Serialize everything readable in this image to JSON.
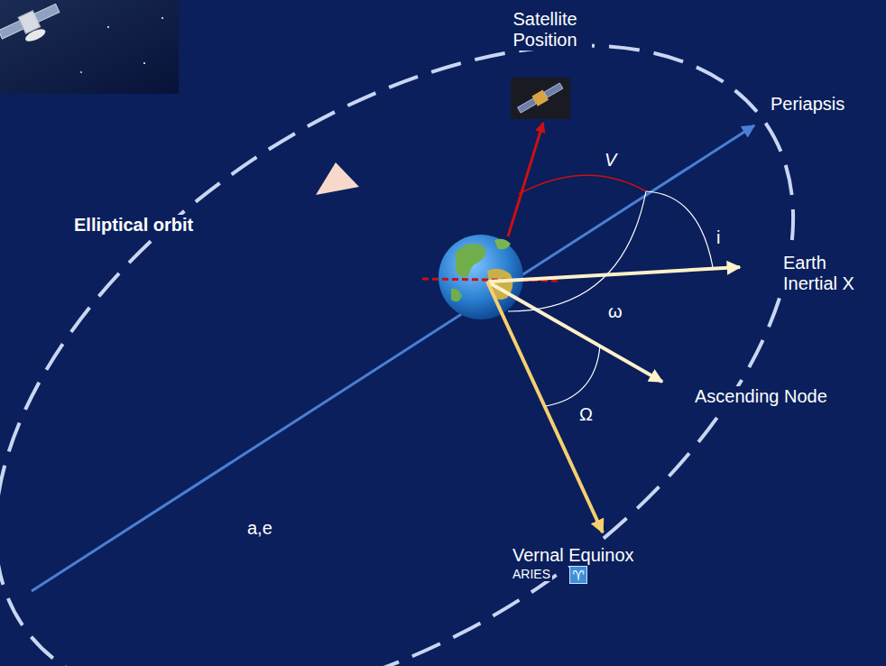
{
  "diagram": {
    "nodes": [
      {
        "text": [
          "♈"
        ]
      }
    ],
    "labels": [
      "Satellite Position",
      "Periapsis",
      "Elliptical orbit",
      "V",
      "i",
      "Earth Inertial X",
      "ω",
      "Ascending Node",
      "Ω",
      "a,e",
      "Vernal Equinox",
      "ARIES"
    ]
  }
}
